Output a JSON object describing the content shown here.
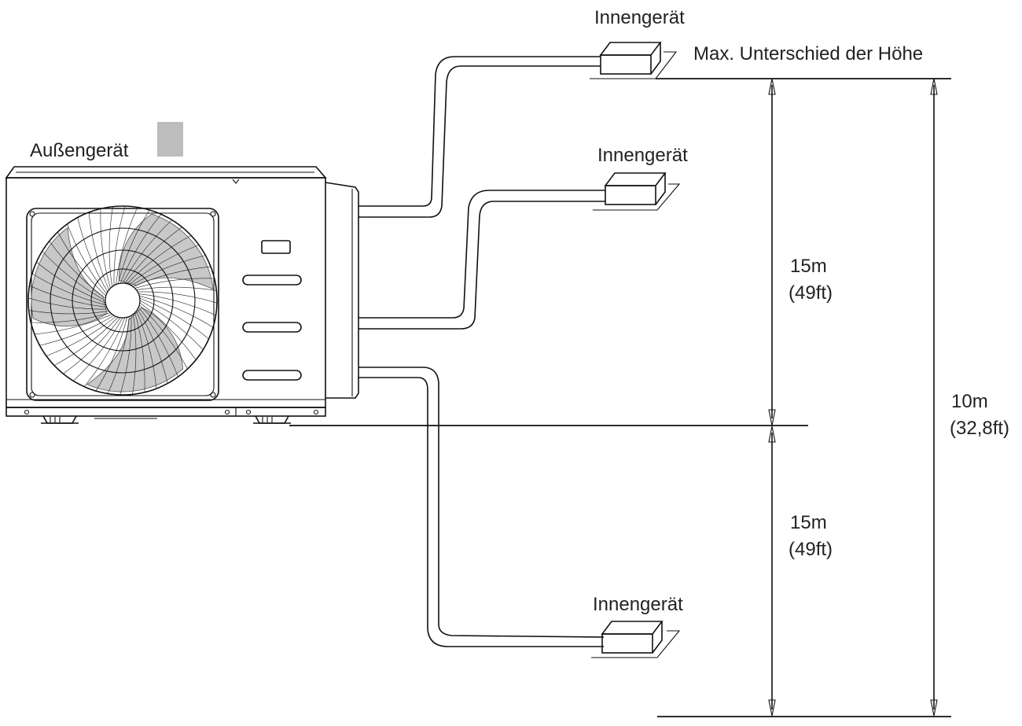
{
  "labels": {
    "outdoor_unit": "Außengerät",
    "indoor_unit_top": "Innengerät",
    "indoor_unit_middle": "Innengerät",
    "indoor_unit_bottom": "Innengerät",
    "max_height_difference": "Max. Unterschied der Höhe"
  },
  "dimensions": {
    "upper": {
      "value": "15m",
      "imperial": "(49ft)"
    },
    "lower": {
      "value": "15m",
      "imperial": "(49ft)"
    },
    "total": {
      "value": "10m",
      "imperial": "(32,8ft)"
    }
  },
  "colors": {
    "line": "#111111",
    "fan_blade": "#c8c8c8",
    "marker": "#bdbdbd"
  }
}
